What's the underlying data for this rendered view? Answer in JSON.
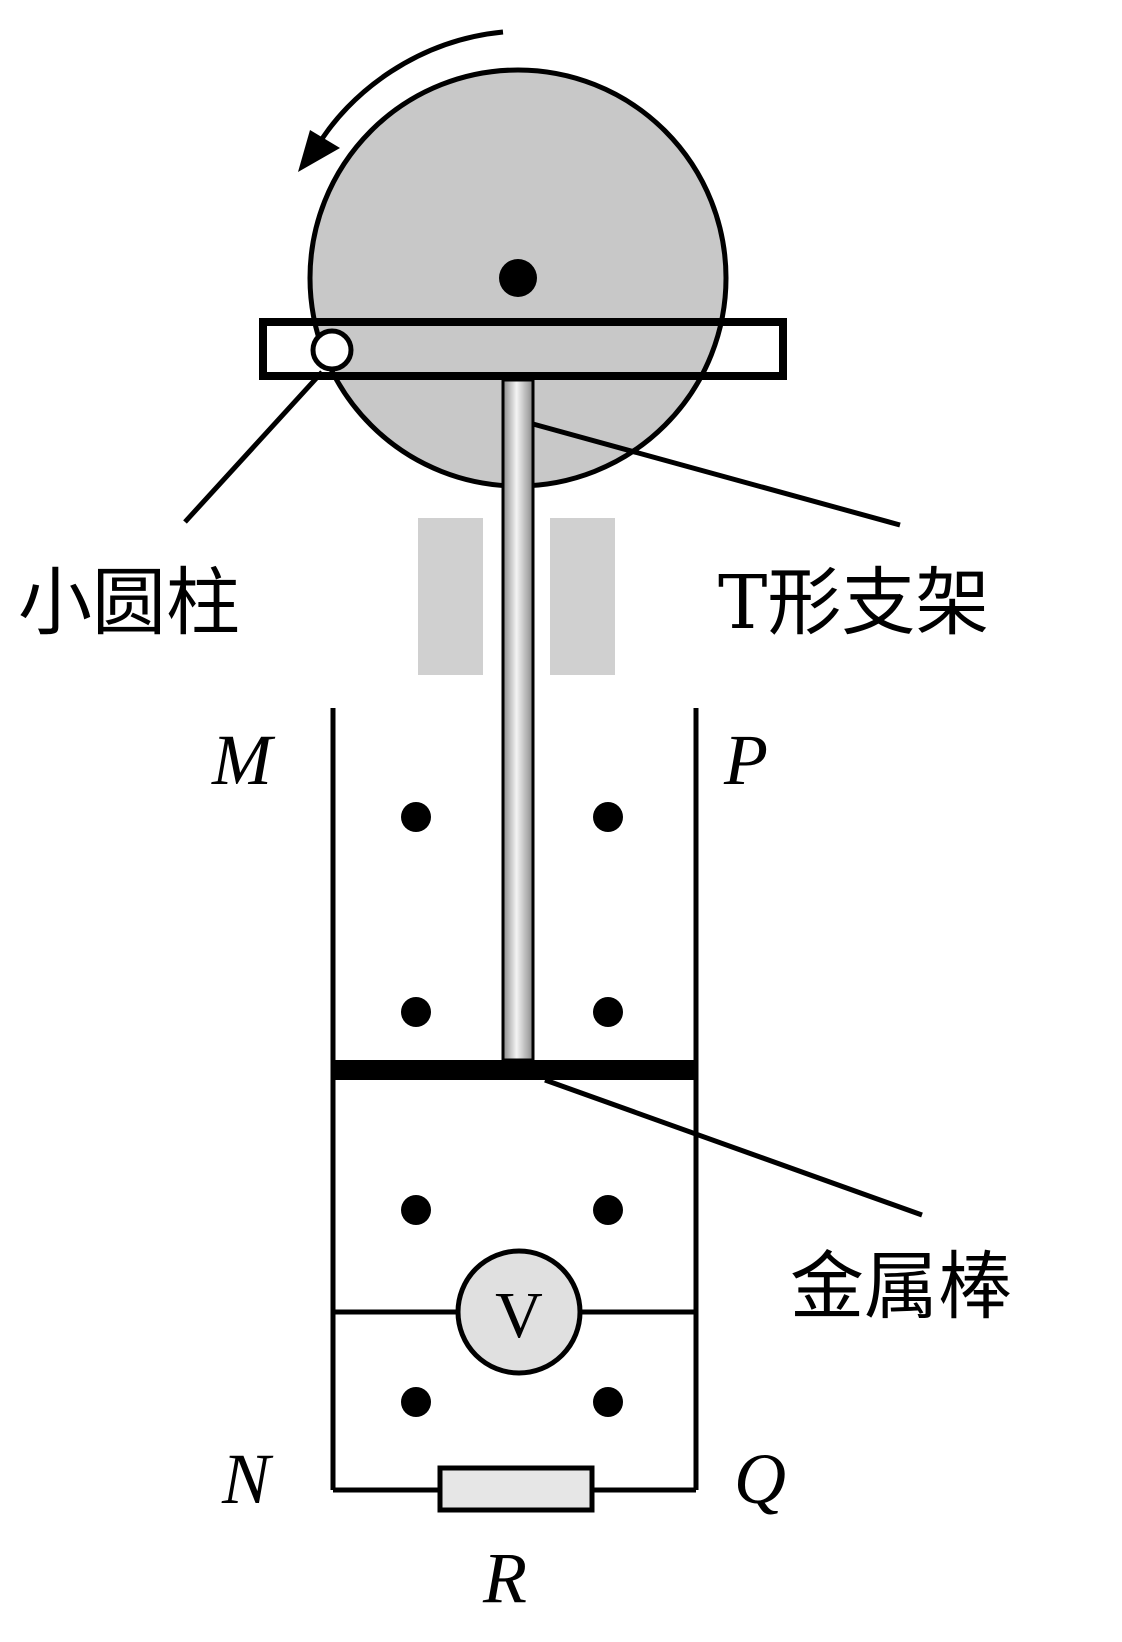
{
  "labels": {
    "small_cylinder": "小圆柱",
    "t_bracket": "T形支架",
    "metal_rod": "金属棒",
    "M": "M",
    "P": "P",
    "N": "N",
    "Q": "Q",
    "R": "R",
    "voltmeter": "V"
  },
  "colors": {
    "line": "#000000",
    "disk_fill": "#c8c8c8",
    "guide_fill": "#d0d0d0",
    "resistor_fill": "#e6e6e6",
    "meter_fill": "#e0e0e0"
  },
  "icons": {
    "rotation": "counterclockwise-arrow-icon",
    "field": "magnetic-field-out-of-page-dot-icon"
  }
}
